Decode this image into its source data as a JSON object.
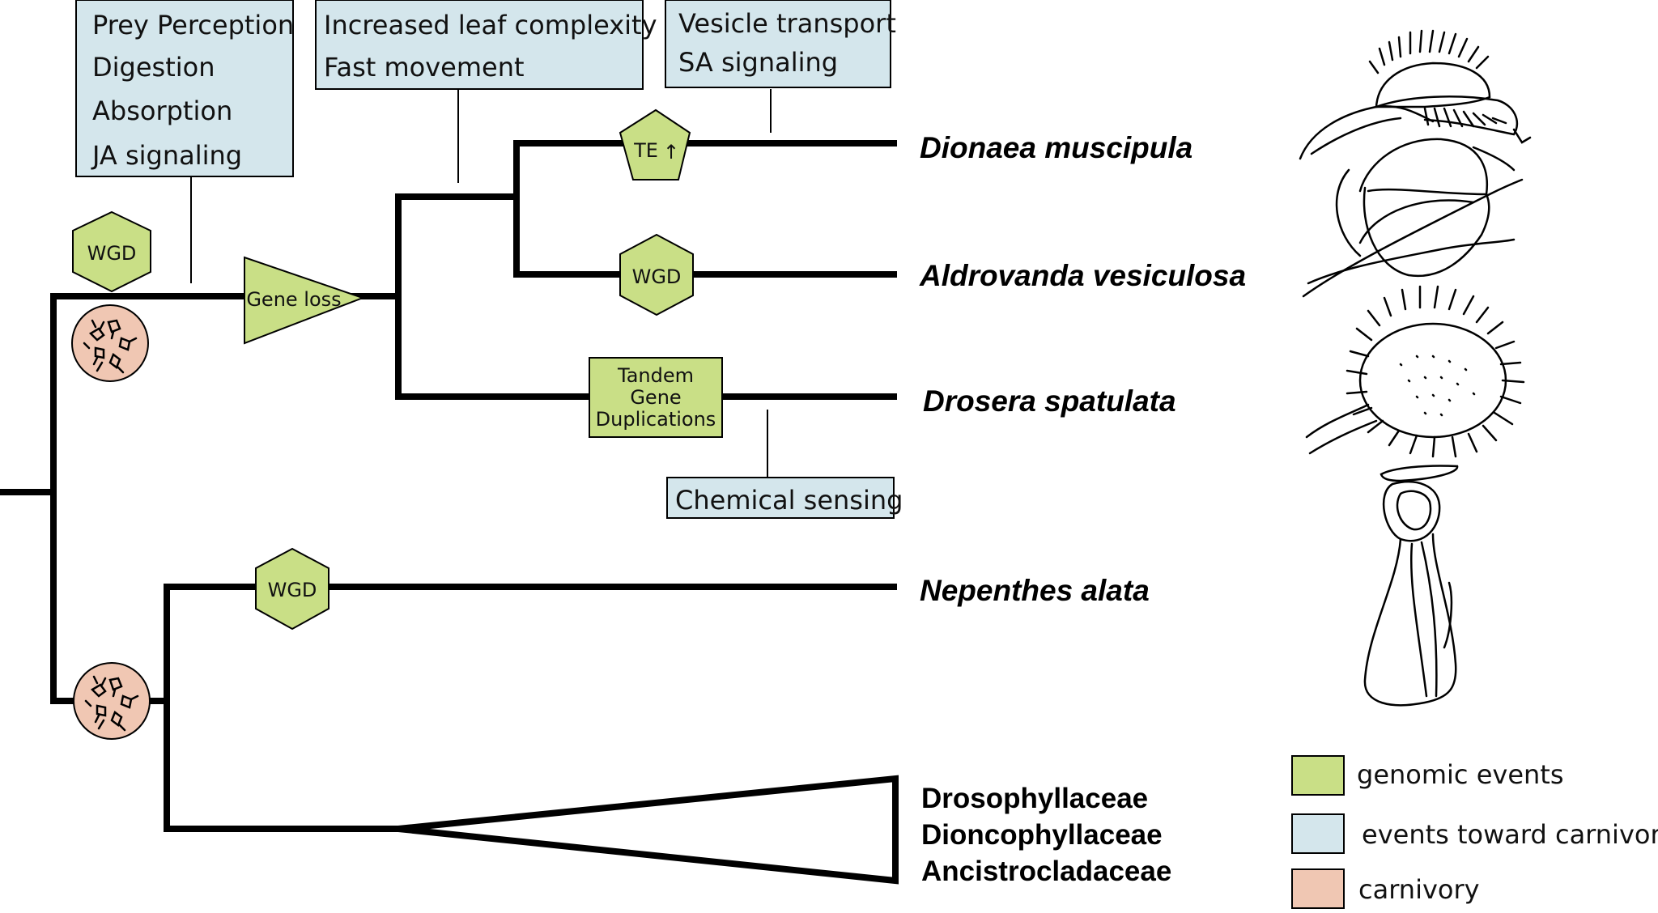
{
  "event_boxes": {
    "root_carnivory": [
      "Prey Perception",
      "Digestion",
      "Absorption",
      "JA signaling"
    ],
    "core_clade": [
      "Increased leaf complexity",
      "Fast movement"
    ],
    "dionaea": [
      "Vesicle transport",
      "SA signaling"
    ],
    "drosera": [
      "Chemical sensing"
    ]
  },
  "genomic_events": {
    "wgd_root": "WGD",
    "gene_loss": "Gene loss",
    "te_up": "TE",
    "te_arrow": "↑",
    "wgd_aldrovanda": "WGD",
    "tandem": [
      "Tandem",
      "Gene",
      "Duplications"
    ],
    "wgd_nepenthes": "WGD"
  },
  "taxa": {
    "dionaea": "Dionaea muscipula",
    "aldrovanda": "Aldrovanda vesiculosa",
    "drosera": "Drosera spatulata",
    "nepenthes": "Nepenthes alata",
    "families": [
      "Drosophyllaceae",
      "Dioncophyllaceae",
      "Ancistrocladaceae"
    ]
  },
  "legend": {
    "genomic": "genomic events",
    "toward": "events toward carnivory",
    "carnivory": "carnivory"
  },
  "colors": {
    "genomic": "#c9df86",
    "toward": "#d4e6ec",
    "carnivory": "#f0c7b3"
  }
}
